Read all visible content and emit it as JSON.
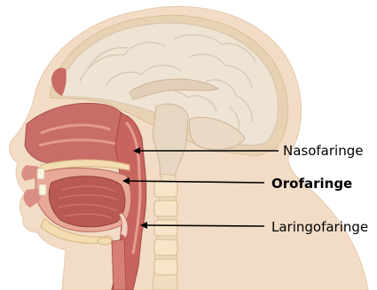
{
  "labels": {
    "nasofaringe": "Nasofaringe",
    "orofaringe": "Orofaringe",
    "laringofaringe": "Laringofaringe"
  },
  "colors": {
    "skin": "#f2dcc6",
    "brain": "#efe3d4",
    "brain_fold": "#d8c7b2",
    "tissue": "#c96d68",
    "mucosa": "#e39b90",
    "muscle": "#b95a52",
    "bone": "#f3ddb0",
    "leader": "#000000"
  }
}
